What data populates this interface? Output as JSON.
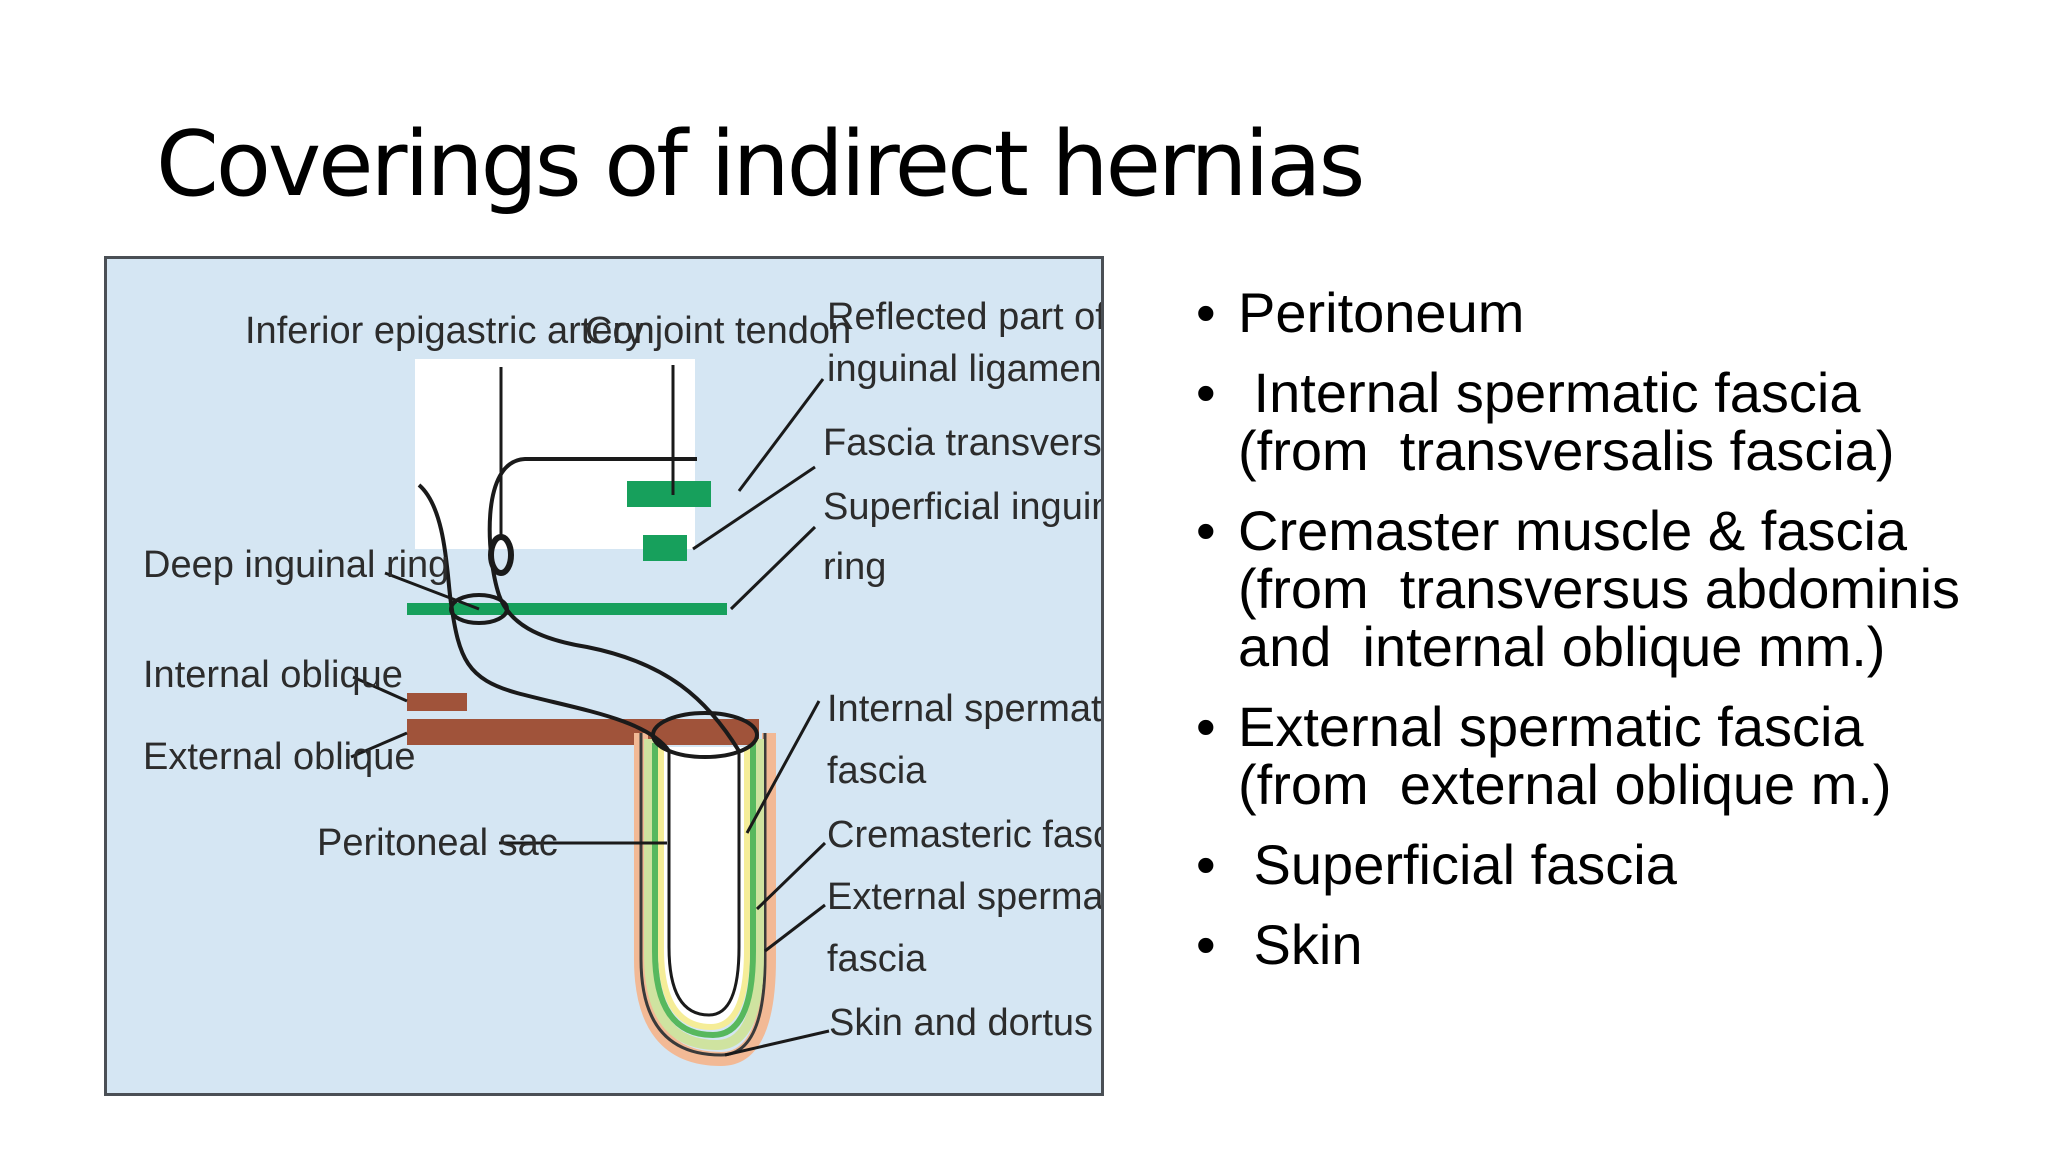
{
  "title": "Coverings of indirect hernias",
  "diagram": {
    "labels": {
      "inferior_epigastric_artery": "Inferior epigastric artery",
      "conjoint_tendon": "Conjoint tendon",
      "reflected_part_line1": "Reflected part of",
      "reflected_part_line2": "inguinal ligament",
      "fascia_transversalis": "Fascia transversalis",
      "superficial_ring_line1": "Superficial inguinal",
      "superficial_ring_line2": "ring",
      "deep_inguinal_ring": "Deep inguinal ring",
      "internal_oblique": "Internal oblique",
      "external_oblique": "External oblique",
      "peritoneal_sac": "Peritoneal sac",
      "internal_spermatic_line1": "Internal spermatic",
      "internal_spermatic_line2": "fascia",
      "cremasteric_fascia": "Cremasteric fascia",
      "external_spermatic_line1": "External spermatic",
      "external_spermatic_line2": "fascia",
      "skin_and_dartos": "Skin and dortus"
    },
    "colors": {
      "background": "#d5e6f3",
      "fascia_green": "#17a05c",
      "muscle_brown": "#a0533a",
      "outline": "#1a1a1a"
    }
  },
  "bullets": [
    {
      "bullet": "•",
      "line1": "Peritoneum"
    },
    {
      "bullet": "•",
      "line1": " Internal spermatic fascia",
      "line2": "(from  transversalis fascia)"
    },
    {
      "bullet": "•",
      "line1": "Cremaster muscle & fascia",
      "line2": "(from  transversus abdominis",
      "line3": "and  internal oblique mm.)"
    },
    {
      "bullet": "•",
      "line1": "External spermatic fascia",
      "line2": "(from  external oblique m.)"
    },
    {
      "bullet": "•",
      "line1": " Superficial fascia"
    },
    {
      "bullet": "•",
      "line1": " Skin"
    }
  ]
}
